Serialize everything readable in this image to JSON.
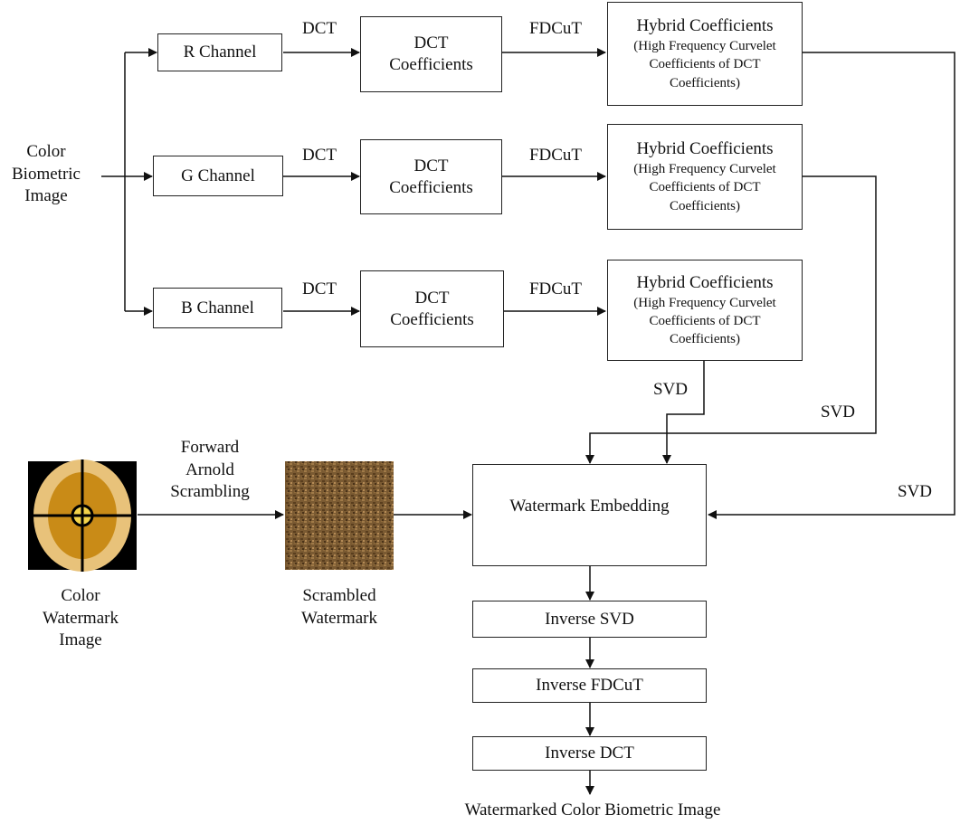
{
  "input": {
    "biometric_lines": [
      "Color",
      "Biometric",
      "Image"
    ]
  },
  "channels": [
    {
      "channel_label": "R Channel",
      "transform_label": "DCT",
      "coeff_lines": [
        "DCT",
        "Coefficients"
      ],
      "fdcut_label": "FDCuT",
      "hybrid_title": "Hybrid Coefficients",
      "hybrid_sub_lines": [
        "(High Frequency Curvelet",
        "Coefficients of DCT",
        "Coefficients)"
      ]
    },
    {
      "channel_label": "G Channel",
      "transform_label": "DCT",
      "coeff_lines": [
        "DCT",
        "Coefficients"
      ],
      "fdcut_label": "FDCuT",
      "hybrid_title": "Hybrid Coefficients",
      "hybrid_sub_lines": [
        "(High Frequency Curvelet",
        "Coefficients of DCT",
        "Coefficients)"
      ]
    },
    {
      "channel_label": "B Channel",
      "transform_label": "DCT",
      "coeff_lines": [
        "DCT",
        "Coefficients"
      ],
      "fdcut_label": "FDCuT",
      "hybrid_title": "Hybrid Coefficients",
      "hybrid_sub_lines": [
        "(High Frequency Curvelet",
        "Coefficients of DCT",
        "Coefficients)"
      ]
    }
  ],
  "svd_labels": [
    "SVD",
    "SVD",
    "SVD"
  ],
  "watermark": {
    "image_lines": [
      "Color",
      "Watermark",
      "Image"
    ],
    "scramble_lines": [
      "Forward",
      "Arnold",
      "Scrambling"
    ],
    "scrambled_lines": [
      "Scrambled",
      "Watermark"
    ],
    "logo_colors": {
      "outer": "#e8c27a",
      "inner": "#c98b17",
      "background": "#000000"
    },
    "scrambled_color": "#7a5a32"
  },
  "embedding": {
    "embed_label": "Watermark Embedding",
    "steps": [
      "Inverse SVD",
      "Inverse FDCuT",
      "Inverse DCT"
    ],
    "output_label": "Watermarked Color Biometric Image"
  }
}
